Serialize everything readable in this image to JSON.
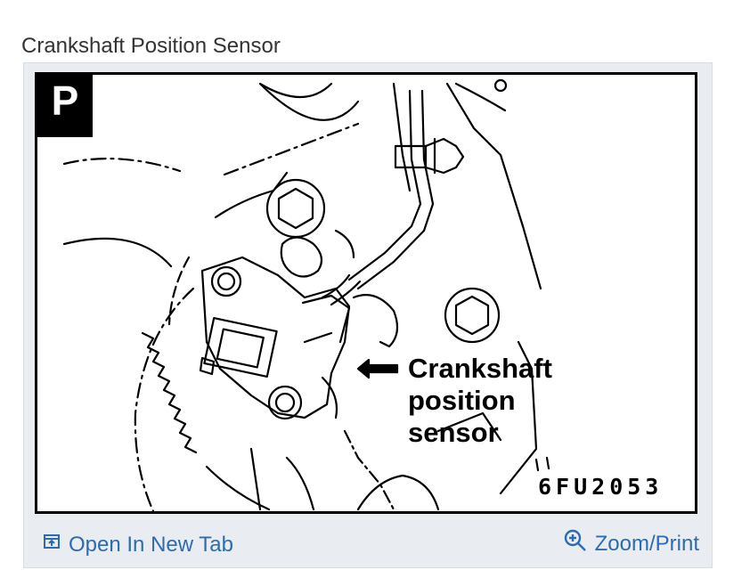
{
  "page": {
    "title": "Crankshaft Position Sensor"
  },
  "figure": {
    "corner_letter": "P",
    "callout_lines": [
      "Crankshaft",
      "position",
      "sensor"
    ],
    "code": "6FU2053"
  },
  "footer": {
    "open_label": "Open In New Tab",
    "open_icon": "open-in-new-tab-icon",
    "zoom_label": "Zoom/Print",
    "zoom_icon": "zoom-in-icon"
  },
  "colors": {
    "link": "#2e6ab0",
    "frame": "#e9edf1",
    "title_text": "#333333"
  }
}
